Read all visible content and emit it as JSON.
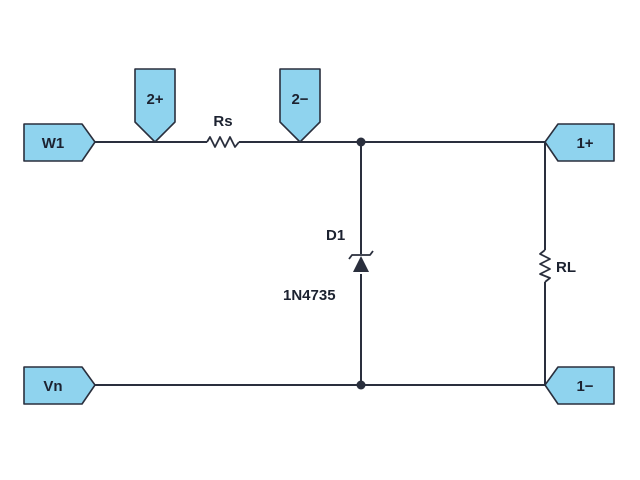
{
  "ports": {
    "w1": "W1",
    "vn": "Vn",
    "p2plus": "2+",
    "p2minus": "2−",
    "p1plus": "1+",
    "p1minus": "1−"
  },
  "components": {
    "rs": "Rs",
    "rl": "RL",
    "d1_name": "D1",
    "d1_part": "1N4735"
  },
  "colors": {
    "port_fill": "#8fd3ee",
    "wire": "#2a2f3d"
  }
}
